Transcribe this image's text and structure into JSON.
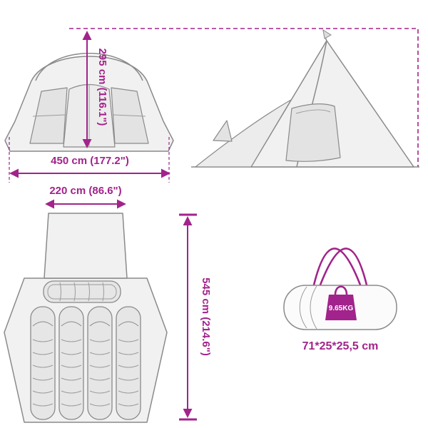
{
  "colors": {
    "accent": "#A2238B",
    "illustration_outline": "#8A8A8A",
    "illustration_fill": "#EFEFEF",
    "background": "#FFFFFF"
  },
  "front_view": {
    "height_label": "295 cm (116.1\")",
    "width_label": "450 cm (177.2\")"
  },
  "floor_plan": {
    "inner_width_label": "220 cm (86.6\")",
    "length_label": "545 cm (214.6\")"
  },
  "carry_bag": {
    "weight_label": "9.65KG",
    "packed_size_label": "71*25*25,5 cm"
  }
}
